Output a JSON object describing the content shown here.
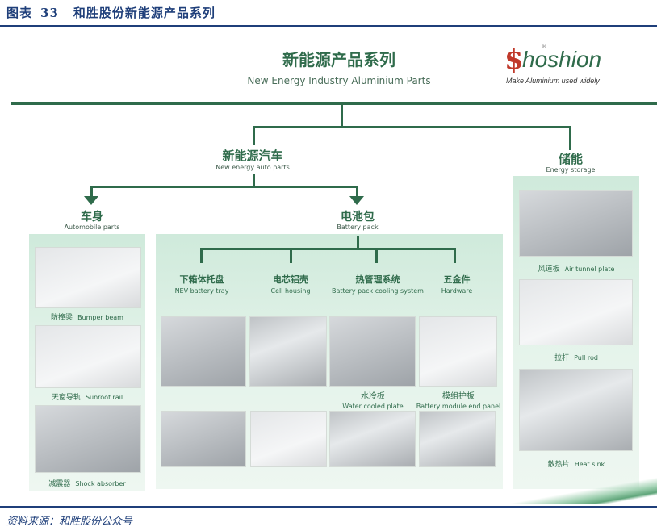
{
  "figure": {
    "label": "图表",
    "number": "33",
    "title": "和胜股份新能源产品系列",
    "source": "资料来源：和胜股份公众号"
  },
  "header": {
    "title_cn": "新能源产品系列",
    "title_en": "New Energy Industry Aluminium Parts"
  },
  "logo": {
    "mark": "$",
    "text": "hoshion",
    "registered": "®",
    "tagline": "Make Aluminium used widely"
  },
  "colors": {
    "primary_green": "#2f6b4b",
    "title_blue": "#1f3f7a",
    "panel_green": "#d9efe2",
    "logo_red": "#c0392b"
  },
  "tree": {
    "nev": {
      "cn": "新能源汽车",
      "en": "New energy auto parts"
    },
    "storage": {
      "cn": "储能",
      "en": "Energy storage",
      "items": [
        {
          "cn": "风道板",
          "en": "Air tunnel plate"
        },
        {
          "cn": "拉杆",
          "en": "Pull rod"
        },
        {
          "cn": "散热片",
          "en": "Heat sink"
        }
      ]
    },
    "body": {
      "cn": "车身",
      "en": "Automobile parts",
      "items": [
        {
          "cn": "防撞梁",
          "en": "Bumper beam"
        },
        {
          "cn": "天窗导轨",
          "en": "Sunroof rail"
        },
        {
          "cn": "减震器",
          "en": "Shock absorber"
        }
      ]
    },
    "battery": {
      "cn": "电池包",
      "en": "Battery pack",
      "categories": [
        {
          "cn": "下箱体托盘",
          "en": "NEV battery tray"
        },
        {
          "cn": "电芯铝壳",
          "en": "Cell housing"
        },
        {
          "cn": "热管理系统",
          "en": "Battery pack cooling system"
        },
        {
          "cn": "五金件",
          "en": "Hardware"
        }
      ],
      "captions": [
        {
          "cn": "水冷板",
          "en": "Water cooled plate"
        },
        {
          "cn": "模组护板",
          "en": "Battery module end panel"
        }
      ]
    }
  }
}
